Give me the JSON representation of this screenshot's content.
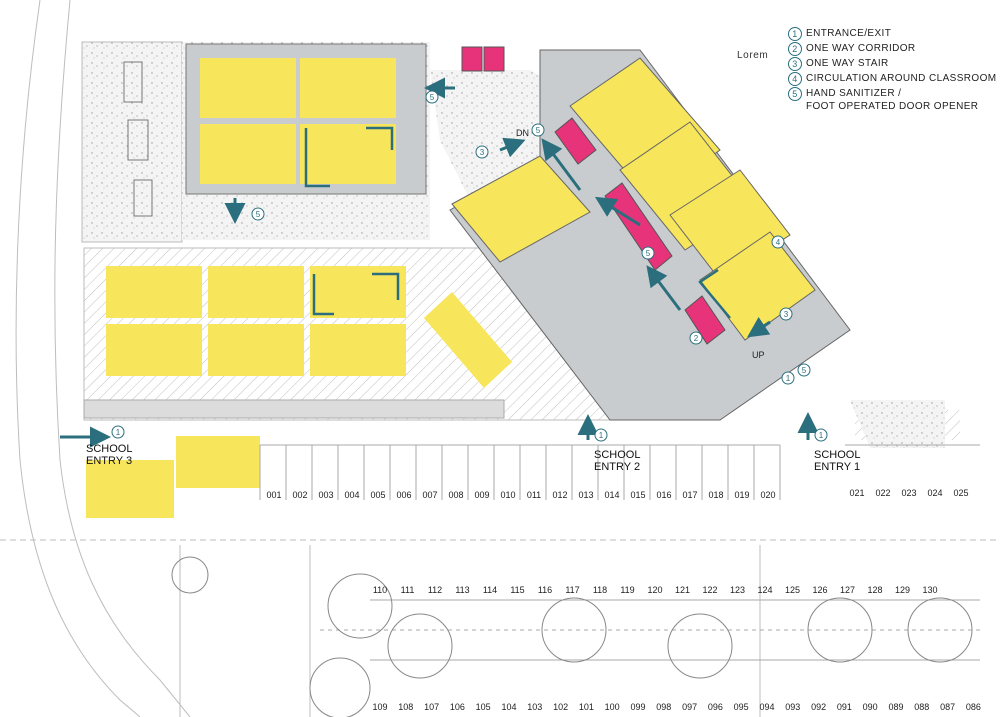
{
  "legend": {
    "items": [
      {
        "num": "1",
        "text": "ENTRANCE/EXIT"
      },
      {
        "num": "2",
        "text": "ONE WAY CORRIDOR"
      },
      {
        "num": "3",
        "text": "ONE WAY STAIR"
      },
      {
        "num": "4",
        "text": "CIRCULATION AROUND CLASSROOM"
      },
      {
        "num": "5",
        "text": "HAND SANITIZER /\nFOOT OPERATED DOOR OPENER"
      }
    ]
  },
  "corner_label": "Lorem",
  "entries": {
    "entry1": "SCHOOL\nENTRY 1",
    "entry2": "SCHOOL\nENTRY 2",
    "entry3": "SCHOOL\nENTRY 3"
  },
  "stair_labels": {
    "down": "DN",
    "up": "UP"
  },
  "parking_top_row": [
    "001",
    "002",
    "003",
    "004",
    "005",
    "006",
    "007",
    "008",
    "009",
    "010",
    "011",
    "012",
    "013",
    "014",
    "015",
    "016",
    "017",
    "018",
    "019",
    "020"
  ],
  "parking_top_right": [
    "021",
    "022",
    "023",
    "024",
    "025"
  ],
  "parking_upper_mid": [
    "110",
    "111",
    "112",
    "113",
    "114",
    "115",
    "116",
    "117",
    "118",
    "119",
    "120",
    "121",
    "122",
    "123",
    "124",
    "125",
    "126",
    "127",
    "128",
    "129",
    "130"
  ],
  "parking_bottom_row": [
    "109",
    "108",
    "107",
    "106",
    "105",
    "104",
    "103",
    "102",
    "101",
    "100",
    "099",
    "098",
    "097",
    "096",
    "095",
    "094",
    "093",
    "092",
    "091",
    "090",
    "089",
    "088",
    "087",
    "086"
  ],
  "colors": {
    "classroom": "#f7e55b",
    "building": "#c9ccce",
    "toilet": "#e6337a",
    "arrow": "#2b6f7e",
    "gravel": "#e9e9e9"
  }
}
